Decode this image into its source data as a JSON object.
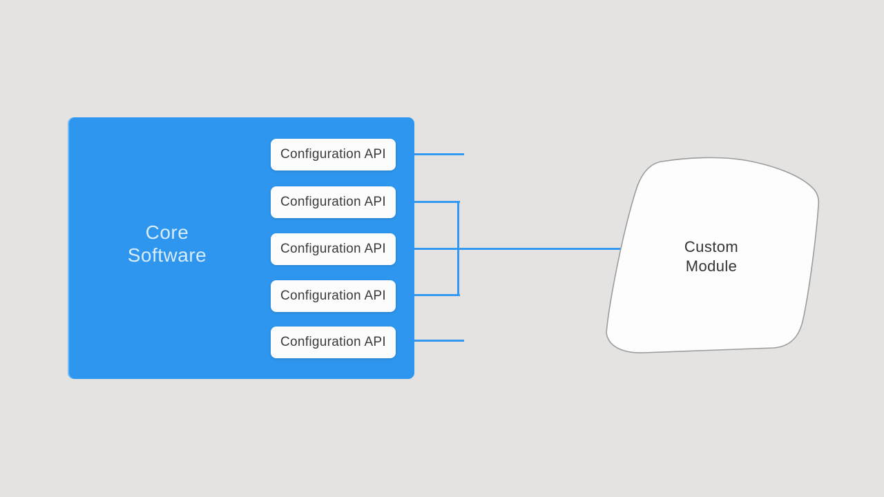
{
  "diagram": {
    "background_color": "#e4e3e1",
    "core_box": {
      "label": "Core Software",
      "label_lines": [
        "Core",
        "Software"
      ],
      "fill": "#2e96ee",
      "text_color": "#d9ecfb"
    },
    "api_boxes": [
      {
        "label": "Configuration API"
      },
      {
        "label": "Configuration API"
      },
      {
        "label": "Configuration API"
      },
      {
        "label": "Configuration API"
      },
      {
        "label": "Configuration API"
      }
    ],
    "module": {
      "label": "Custom Module",
      "label_lines": [
        "Custom",
        "Module"
      ],
      "fill": "#fdfdfd",
      "border_color": "#9b9b9b",
      "text_color": "#333333"
    },
    "connectors": {
      "color": "#3398f0",
      "count": 5
    }
  }
}
